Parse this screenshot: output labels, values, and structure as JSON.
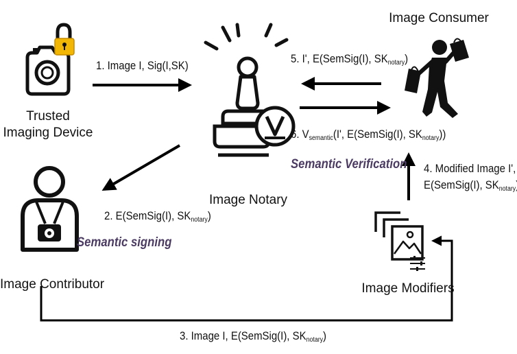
{
  "nodes": {
    "device": {
      "line1": "Trusted",
      "line2": "Imaging Device"
    },
    "notary": {
      "name": "Image Notary"
    },
    "consumer": {
      "name": "Image Consumer"
    },
    "contributor": {
      "name": "Image Contributor"
    },
    "modifiers": {
      "name": "Image Modifiers"
    }
  },
  "steps": {
    "s1": {
      "text": "1. Image I, Sig(I,SK)"
    },
    "s2": {
      "pre": "2. E(SemSig(I), SK",
      "sub": "notary",
      "post": ")"
    },
    "s3": {
      "pre": "3. Image I, E(SemSig(I), SK",
      "sub": "notary",
      "post": ")"
    },
    "s4": {
      "line1": "4. Modified Image I',",
      "pre": "E(SemSig(I), SK",
      "sub": "notary",
      "post": ")"
    },
    "s5": {
      "pre": "5.  I', E(SemSig(I), SK",
      "sub": "notary",
      "post": ")"
    },
    "s6": {
      "pre": "6.  V",
      "sub1": "semantic",
      "mid": "(I', E(SemSig(I), SK",
      "sub2": "notary",
      "post": "))"
    }
  },
  "annotations": {
    "signing": "Semantic signing",
    "verification": "Semantic Verification"
  },
  "colors": {
    "arrow": "#000000",
    "annotation": "#4b3b63",
    "lock": "#f2b705"
  },
  "icons": [
    "camera-lock-icon",
    "notary-stamp-icon",
    "contributor-camera-icon",
    "consumer-shopping-icon",
    "modifiers-images-icon"
  ]
}
